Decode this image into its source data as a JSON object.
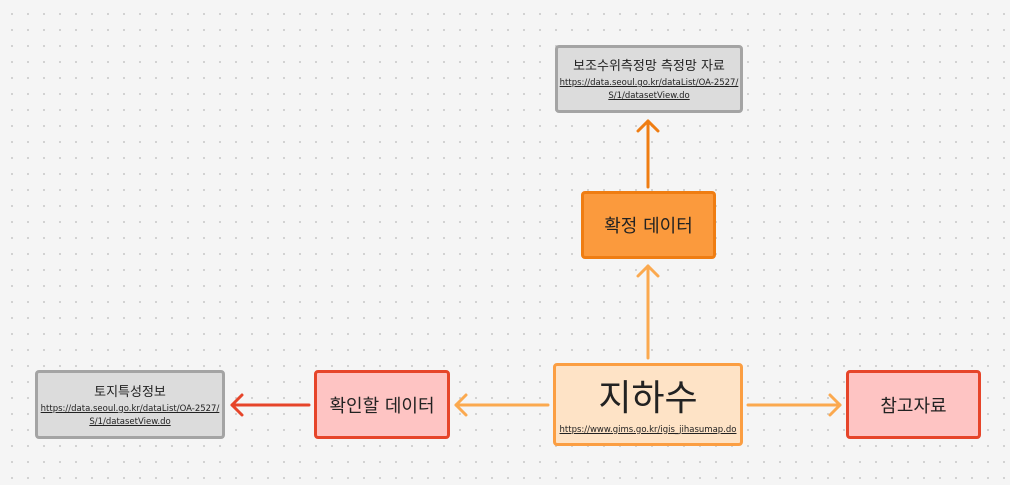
{
  "nodes": {
    "measure_network": {
      "title": "보조수위측정망 측정망 자료",
      "link_line1": "https://data.seoul.go.kr/dataList/OA-2527/",
      "link_line2": "S/1/datasetView.do"
    },
    "confirmed_data": {
      "title": "확정 데이터"
    },
    "groundwater": {
      "title": "지하수",
      "link": "https://www.gims.go.kr/igis_jihasumap.do"
    },
    "to_check_data": {
      "title": "확인할 데이터"
    },
    "land_info": {
      "title": "토지특성정보",
      "link_line1": "https://data.seoul.go.kr/dataList/OA-2527/",
      "link_line2": "S/1/datasetView.do"
    },
    "reference": {
      "title": "참고자료"
    }
  },
  "colors": {
    "background": "#f5f5f5",
    "gray_node": "#dcdcdc",
    "orange_node": "#fb9a3d",
    "pink_node": "#fec4c3",
    "cream_node": "#fee3c6",
    "arrow_dark_orange": "#ef7d12",
    "arrow_light_orange": "#fba94f",
    "arrow_red": "#e6452a"
  }
}
